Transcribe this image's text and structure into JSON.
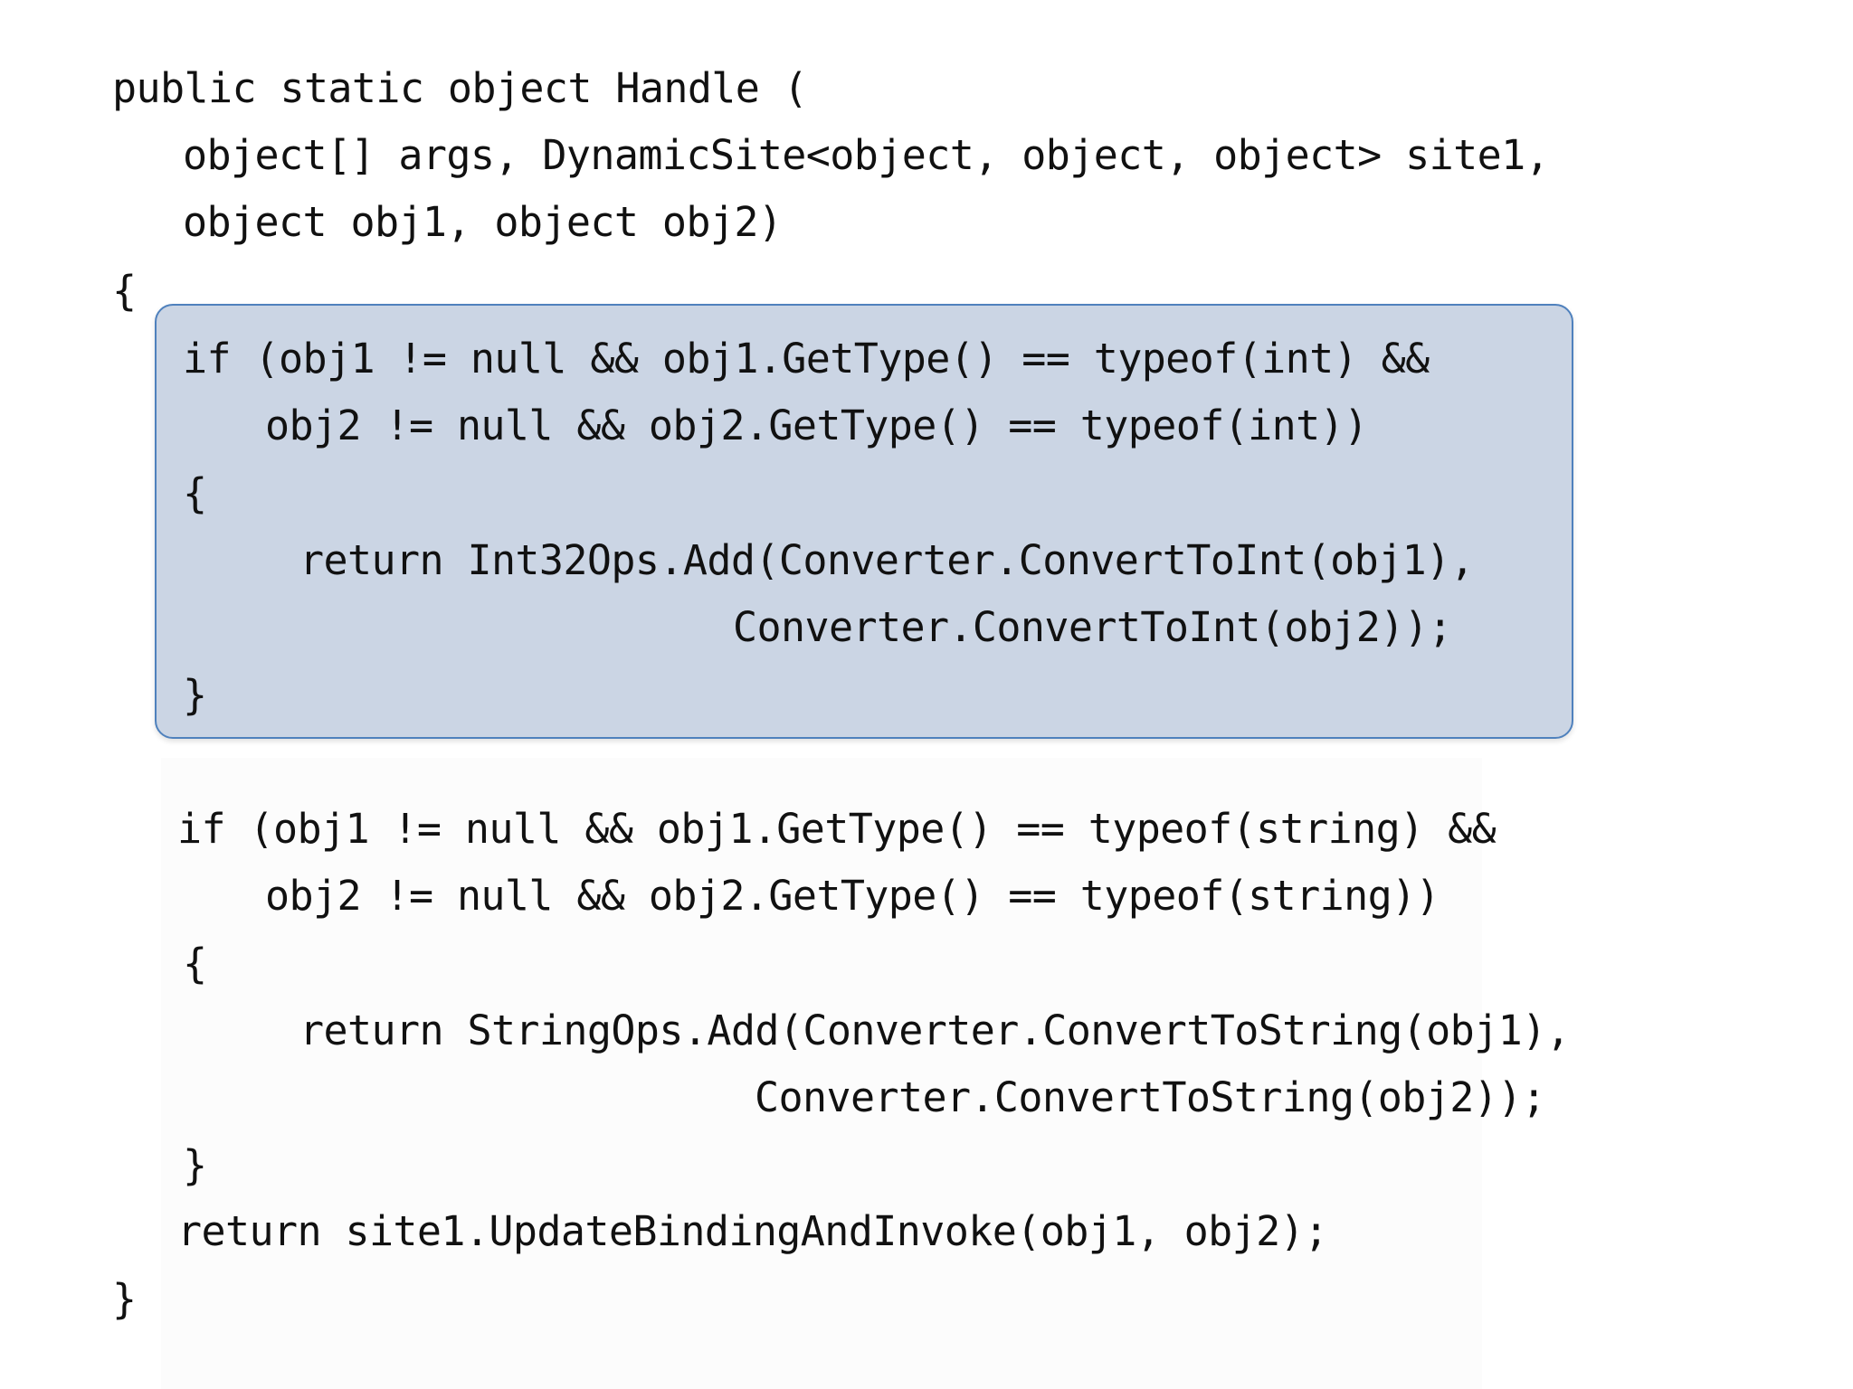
{
  "code": {
    "signature": {
      "line1": "public static object Handle (",
      "line2": "object[] args, DynamicSite<object, object, object> site1,",
      "line3": "object obj1, object obj2)"
    },
    "open_brace": "{",
    "int_block": {
      "cond1": "if (obj1 != null && obj1.GetType() == typeof(int) &&",
      "cond2": "obj2 != null && obj2.GetType() == typeof(int))",
      "open": "{",
      "ret1": "return Int32Ops.Add(Converter.ConvertToInt(obj1),",
      "ret2": "Converter.ConvertToInt(obj2));",
      "close": "}"
    },
    "string_block": {
      "cond1": "if (obj1 != null && obj1.GetType() == typeof(string) &&",
      "cond2": "obj2 != null && obj2.GetType() == typeof(string))",
      "open": "{",
      "ret1": "return StringOps.Add(Converter.ConvertToString(obj1),",
      "ret2": "Converter.ConvertToString(obj2));",
      "close": "}"
    },
    "fallback_return": "return site1.UpdateBindingAndInvoke(obj1, obj2);",
    "close_brace": "}"
  },
  "colors": {
    "highlight_fill": "#cbd5e4",
    "highlight_border": "#4f81bd",
    "text": "#111111"
  }
}
